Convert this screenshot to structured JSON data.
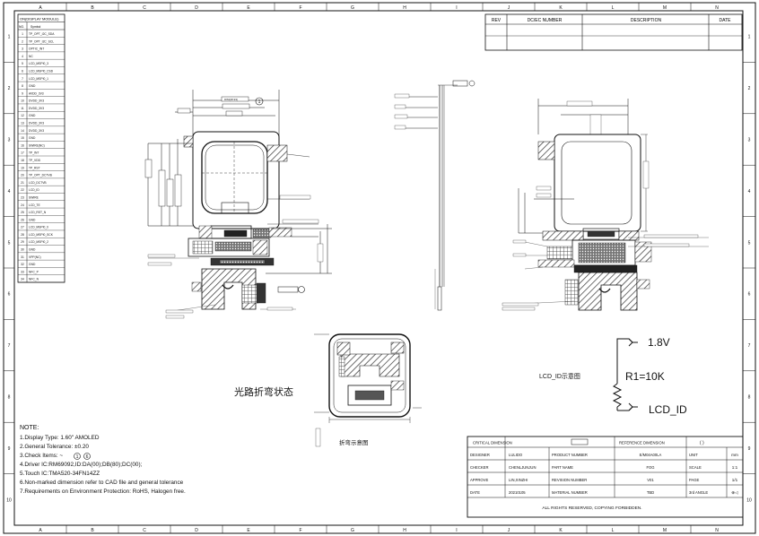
{
  "border": {
    "top_cols": [
      "A",
      "B",
      "C",
      "D",
      "E",
      "F",
      "G",
      "H",
      "I",
      "J",
      "K",
      "L",
      "M",
      "N"
    ],
    "bottom_cols": [
      "A",
      "B",
      "C",
      "D",
      "E",
      "F",
      "G",
      "H",
      "I",
      "J",
      "K",
      "L",
      "M",
      "N"
    ],
    "rows": [
      "1",
      "2",
      "3",
      "4",
      "5",
      "6",
      "7",
      "8",
      "9",
      "10"
    ]
  },
  "pin_table": {
    "header": "ON(DISPLAY MODULE)",
    "col_no": "NO.",
    "col_symbol": "Symbol",
    "pins": [
      {
        "no": "1",
        "sym": "TP_OPT_I2C_SDA"
      },
      {
        "no": "2",
        "sym": "TP_OPT_I2C_SCL"
      },
      {
        "no": "3",
        "sym": "OPTIC_INT"
      },
      {
        "no": "4",
        "sym": "NC"
      },
      {
        "no": "5",
        "sym": "LCD_MSPI0_3"
      },
      {
        "no": "6",
        "sym": "LCD_MSPI0_CSD"
      },
      {
        "no": "7",
        "sym": "LCD_MSPI0_1"
      },
      {
        "no": "8",
        "sym": "GND"
      },
      {
        "no": "9",
        "sym": "AVDD_3V3"
      },
      {
        "no": "10",
        "sym": "DVDD_3V3"
      },
      {
        "no": "11",
        "sym": "DVDD_3V3"
      },
      {
        "no": "12",
        "sym": "GND"
      },
      {
        "no": "13",
        "sym": "DVDD_3V3"
      },
      {
        "no": "14",
        "sym": "DVDD_3V3"
      },
      {
        "no": "15",
        "sym": "GND"
      },
      {
        "no": "16",
        "sym": "SWIRE(NC)"
      },
      {
        "no": "17",
        "sym": "TP_INT"
      },
      {
        "no": "18",
        "sym": "TP_VDD"
      },
      {
        "no": "19",
        "sym": "TP_RST"
      },
      {
        "no": "20",
        "sym": "TP_OPT_DCTVB"
      },
      {
        "no": "21",
        "sym": "LCD_DCTVB"
      },
      {
        "no": "22",
        "sym": "LCD_ID"
      },
      {
        "no": "23",
        "sym": "SWIRE"
      },
      {
        "no": "24",
        "sym": "LCD_TE"
      },
      {
        "no": "25",
        "sym": "LCD_RST_N"
      },
      {
        "no": "26",
        "sym": "GND"
      },
      {
        "no": "27",
        "sym": "LCD_MSPI0_0"
      },
      {
        "no": "28",
        "sym": "LCD_MSPI0_SCK"
      },
      {
        "no": "29",
        "sym": "LCD_MSPI0_2"
      },
      {
        "no": "30",
        "sym": "GND"
      },
      {
        "no": "31",
        "sym": "VPP(NC)"
      },
      {
        "no": "32",
        "sym": "GND"
      },
      {
        "no": "33",
        "sym": "NFC_P"
      },
      {
        "no": "34",
        "sym": "NFC_N"
      }
    ]
  },
  "rev_table": {
    "rev": "REV",
    "dc_ec": "DC/EC NUMBER",
    "description": "DESCRIPTION",
    "date": "DATE"
  },
  "notes": {
    "title": "NOTE:",
    "lines": [
      "1.Display Type: 1.60\" AMOLED",
      "2.General Tolerance: ±0.20",
      "3.Check Items: ~",
      "4.Driver IC:RM69092,ID:DA(00);DB(80);DC(00);",
      "5.Touch IC:TMA520-34FN14ZZ",
      "6.Non-marked dimension refer to CAD file and general tolerance",
      "7.Requirements on Environment Protection: RoHS, Halogen free."
    ],
    "check_symbols": [
      "1",
      "6"
    ]
  },
  "labels": {
    "fold_state": "光路折弯状态",
    "fold_small": "折弯示意图",
    "dim_main": "DIM(28.93)",
    "detail_tag": "1"
  },
  "circuit": {
    "v18": "1.8V",
    "r1": "R1=10K",
    "lcd_id": "LCD_ID",
    "label": "LCD_ID示意图"
  },
  "title_block": {
    "critical": "CRITICAL DIMENSION",
    "reference": "REFERENCE DIMENSION",
    "ref_paren": "(    )",
    "rows": [
      {
        "role": "DESIGNER",
        "name": "LULIDO",
        "field": "PRODUCT NUMBER",
        "value": "E/M04A00LA",
        "key": "UNIT",
        "kval": "mm"
      },
      {
        "role": "CHECKER",
        "name": "CHENLJUNJUN",
        "field": "PART NAME",
        "value": "FOG",
        "key": "SCALE",
        "kval": "1:1"
      },
      {
        "role": "APPROVE",
        "name": "LIN,XINZHI",
        "field": "REVISION NUMBER",
        "value": "V01",
        "key": "PAGE",
        "kval": "1/1"
      },
      {
        "role": "DATE",
        "name": "20210105",
        "field": "MATERIAL NUMBER",
        "value": "TBD",
        "key": "3rd ANGLE",
        "kval": "⊕◁"
      }
    ],
    "rights": "ALL RIGHTS RESERVED, COPYING FORBIDDEN."
  },
  "colors": {
    "line": "#1a1a1a",
    "hatch": "#333333",
    "fill_dark": "#222222",
    "fill_gray": "#8a8a8a"
  }
}
